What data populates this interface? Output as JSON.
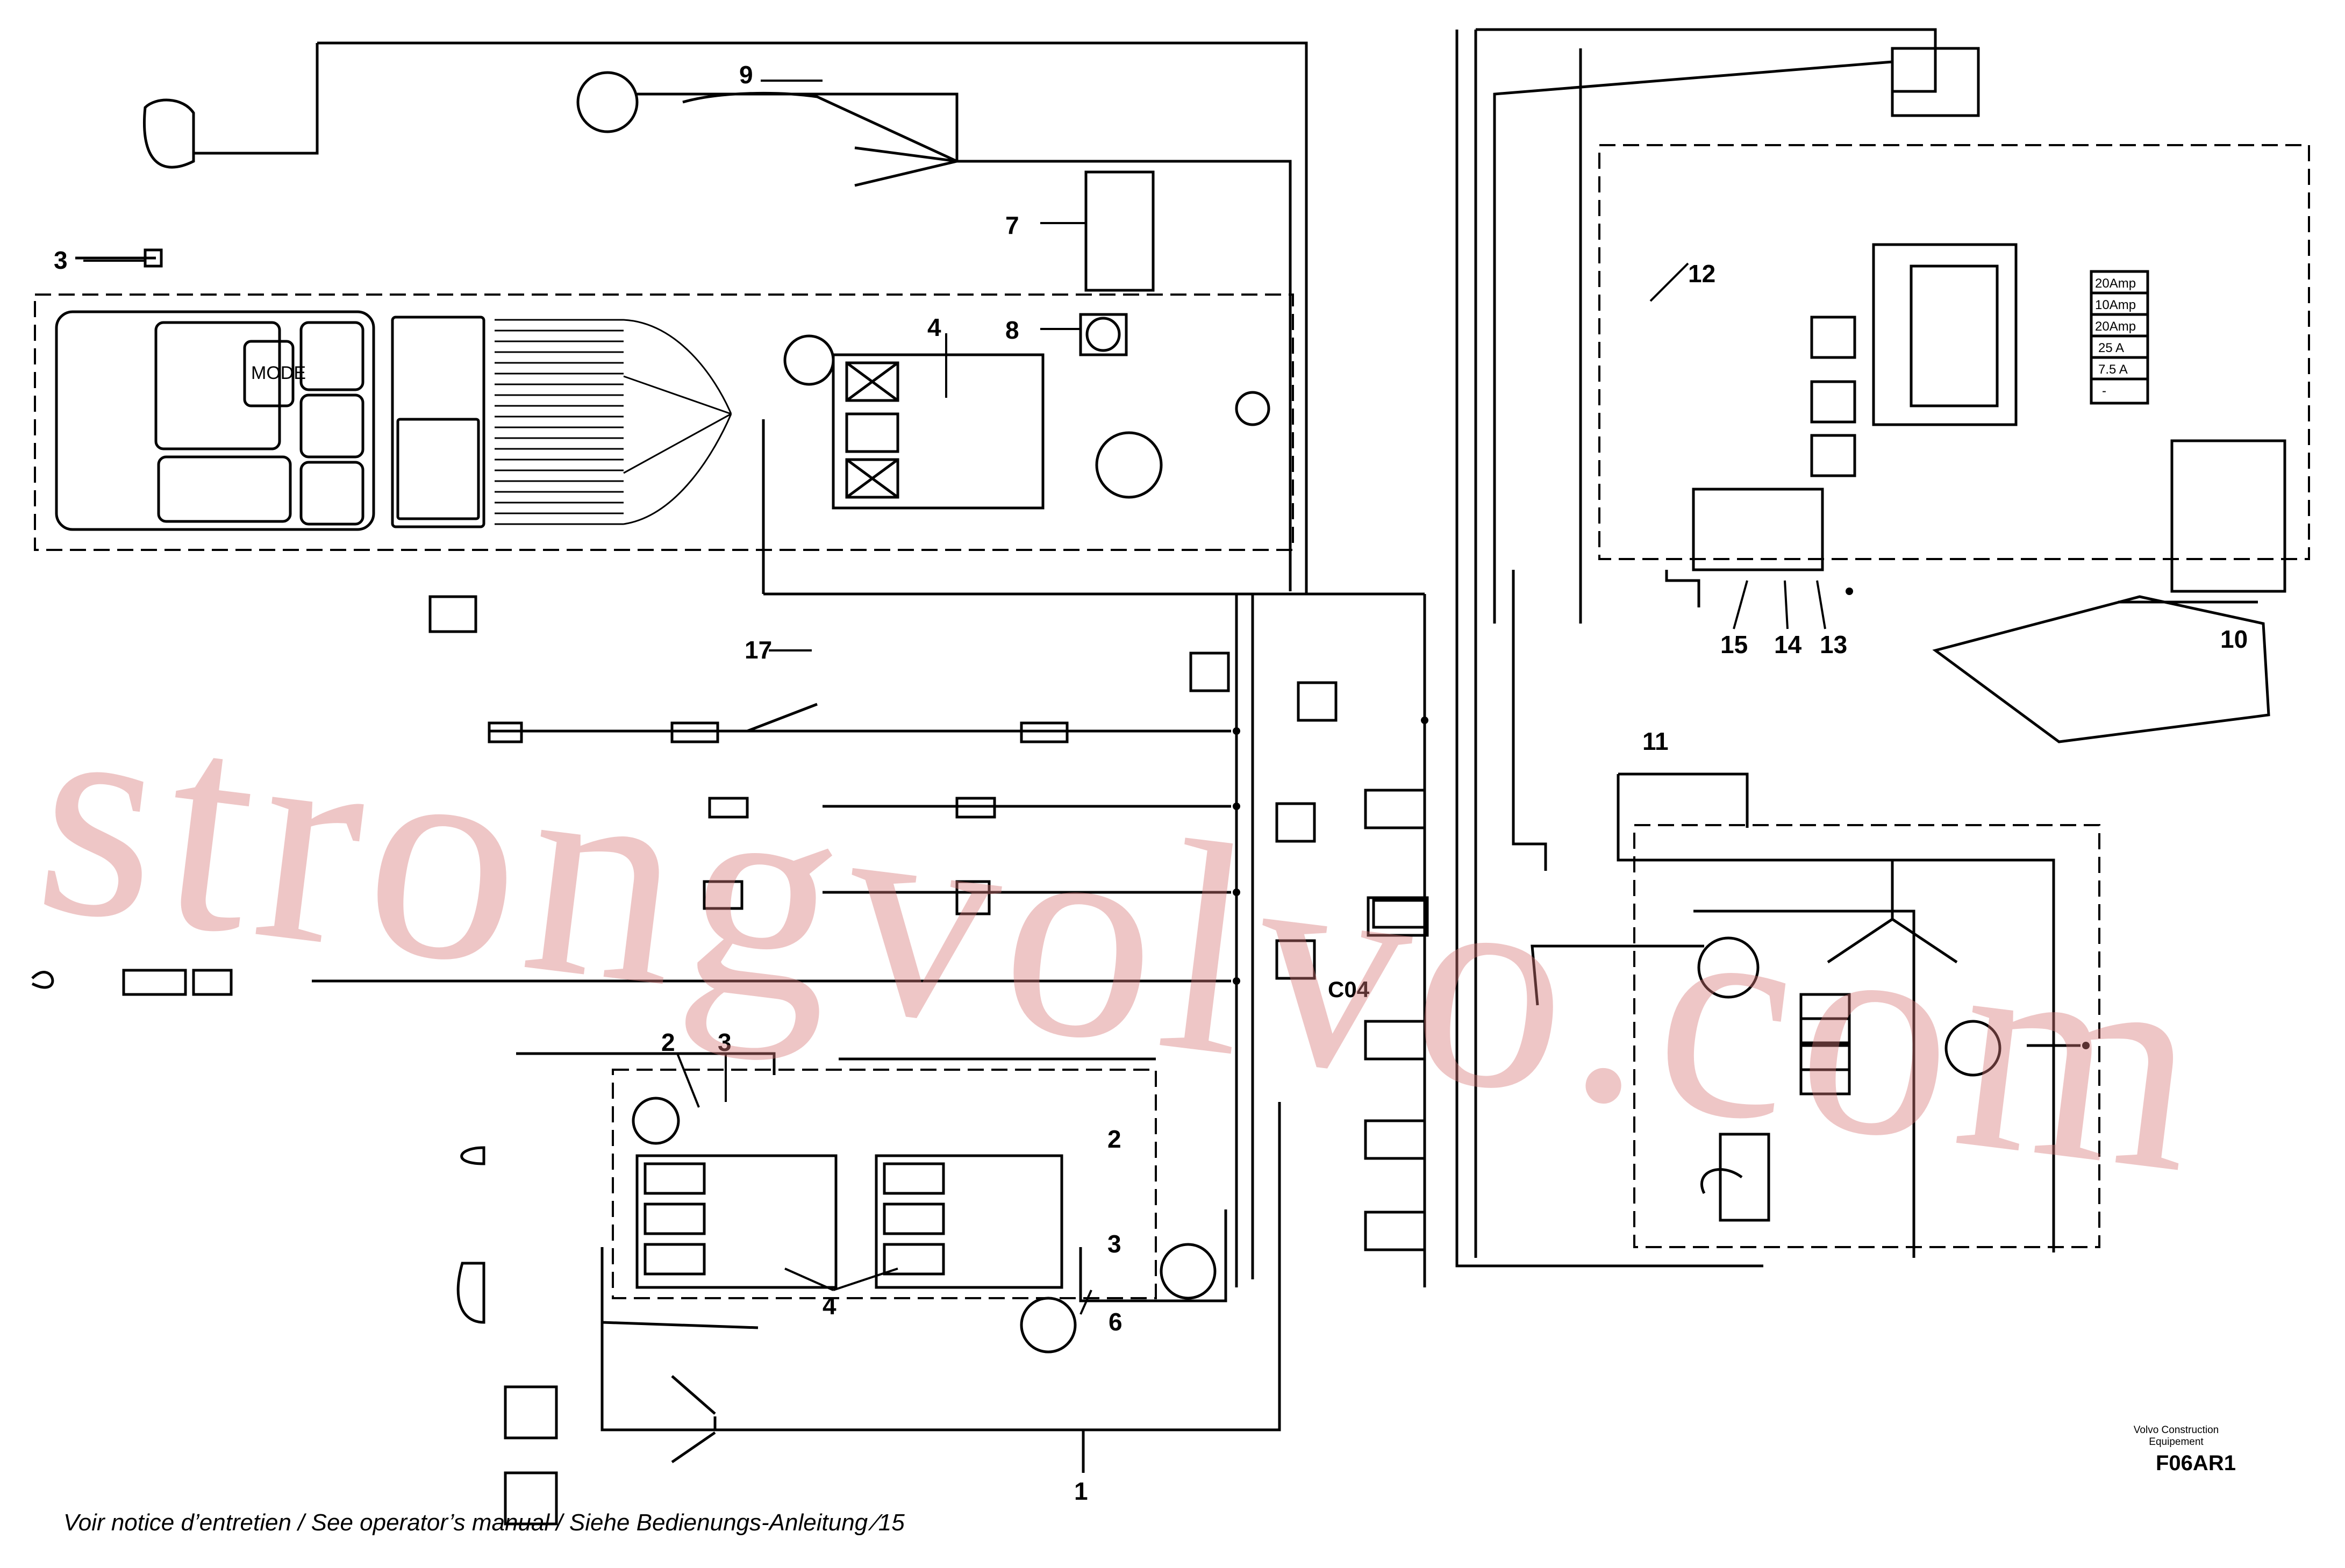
{
  "diagram": {
    "callouts": {
      "c1": "1",
      "c2a": "2",
      "c2b": "2",
      "c3a": "3",
      "c3b": "3",
      "c3c": "3",
      "c4a": "4",
      "c4b": "4",
      "c6": "6",
      "c7": "7",
      "c8": "8",
      "c9": "9",
      "c10": "10",
      "c11": "11",
      "c12": "12",
      "c13": "13",
      "c14": "14",
      "c15": "15",
      "c17": "17"
    },
    "connector_id": "C04",
    "display_button": "MODE",
    "fuse_ratings": [
      "20Amp",
      "10Amp",
      "20Amp",
      "25 A",
      "7.5 A",
      "-"
    ]
  },
  "footer": {
    "caption": "Voir notice d’entretien / See operator’s manual / Siehe Bedienungs-Anleitung  ⁄15",
    "brand_line1": "Volvo Construction",
    "brand_line2": "Equipement",
    "ref_code": "F06AR1"
  },
  "watermark": "strongvolvo.com"
}
